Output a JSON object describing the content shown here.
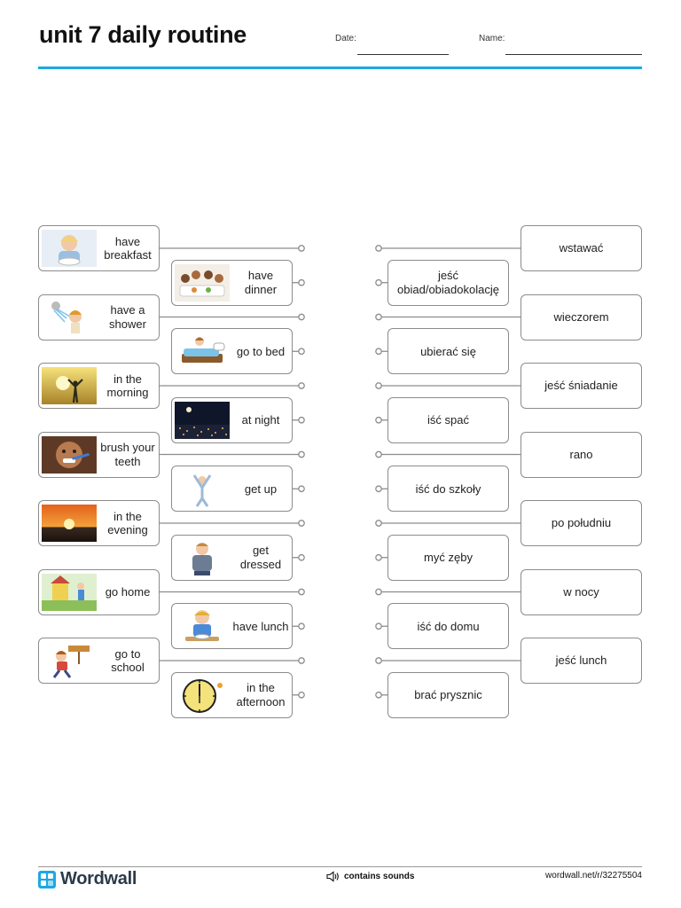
{
  "header": {
    "title": "unit 7 daily routine",
    "date_label": "Date:",
    "name_label": "Name:"
  },
  "prompts": [
    {
      "label": "have breakfast",
      "icon": "child-eating-icon"
    },
    {
      "label": "have dinner",
      "icon": "family-dinner-icon"
    },
    {
      "label": "have a shower",
      "icon": "shower-icon"
    },
    {
      "label": "go to bed",
      "icon": "bed-icon"
    },
    {
      "label": "in the morning",
      "icon": "sunrise-icon"
    },
    {
      "label": "at night",
      "icon": "night-city-icon"
    },
    {
      "label": "brush your teeth",
      "icon": "toothbrush-icon"
    },
    {
      "label": "get up",
      "icon": "stretching-icon"
    },
    {
      "label": "in the evening",
      "icon": "sunset-icon"
    },
    {
      "label": "get dressed",
      "icon": "boy-dressing-icon"
    },
    {
      "label": "go home",
      "icon": "walking-home-icon"
    },
    {
      "label": "have lunch",
      "icon": "boy-lunch-icon"
    },
    {
      "label": "go to school",
      "icon": "running-school-icon"
    },
    {
      "label": "in the afternoon",
      "icon": "clock-icon"
    }
  ],
  "targets": [
    "wstawać",
    "jeść obiad/obiadokolację",
    "wieczorem",
    "ubierać się",
    "jeść śniadanie",
    "iść spać",
    "rano",
    "iść do szkoły",
    "po południu",
    "myć zęby",
    "w nocy",
    "iść do domu",
    "jeść lunch",
    "brać prysznic"
  ],
  "footer": {
    "logo_text": "Wordwall",
    "sounds_text": "contains sounds",
    "url": "wordwall.net/r/32275504"
  },
  "colors": {
    "accent": "#1aa9e3",
    "logo_blue": "#1aa9e3",
    "logo_dark": "#2b3a4a"
  }
}
